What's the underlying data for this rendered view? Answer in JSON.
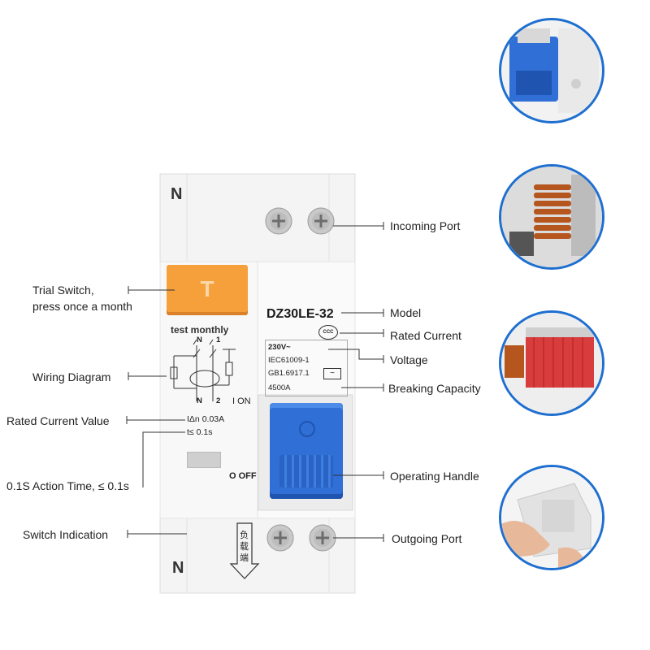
{
  "device": {
    "terminal_top": "N",
    "terminal_bottom": "N",
    "model": "DZ30LE-32",
    "test_label": "test monthly",
    "test_button_letter": "T",
    "cert_mark": "CCC",
    "specs": [
      "230V~",
      "IEC61009-1",
      "GB1.6917.1",
      "4500A"
    ],
    "residual_current": "IΔn  0.03A",
    "trip_time": "t≤  0.1s",
    "on_label": "I ON",
    "off_label": "O OFF",
    "load_side_text": [
      "负",
      "载",
      "端"
    ],
    "diagram_labels": {
      "n_top": "N",
      "l_top": "1",
      "n_bottom": "N",
      "l_bottom": "2"
    }
  },
  "labels": {
    "trial_switch": "Trial Switch,\npress once a month",
    "wiring_diagram": "Wiring Diagram",
    "rated_current_value": "Rated Current Value",
    "action_time": "0.1S Action Time, ≤ 0.1s",
    "switch_indication": "Switch Indication",
    "incoming_port": "Incoming Port",
    "model": "Model",
    "rated_current": "Rated Current",
    "voltage": "Voltage",
    "breaking_capacity": "Breaking Capacity",
    "operating_handle": "Operating Handle",
    "outgoing_port": "Outgoing Port"
  },
  "detail_photos": [
    "blue-handle-closeup",
    "copper-coil-closeup",
    "red-arc-chute-closeup",
    "hand-holding-housing"
  ],
  "colors": {
    "accent_blue": "#1e6fd0",
    "handle_blue": "#2f6fd6",
    "test_orange": "#f5a03a",
    "body": "#f3f3f3"
  }
}
